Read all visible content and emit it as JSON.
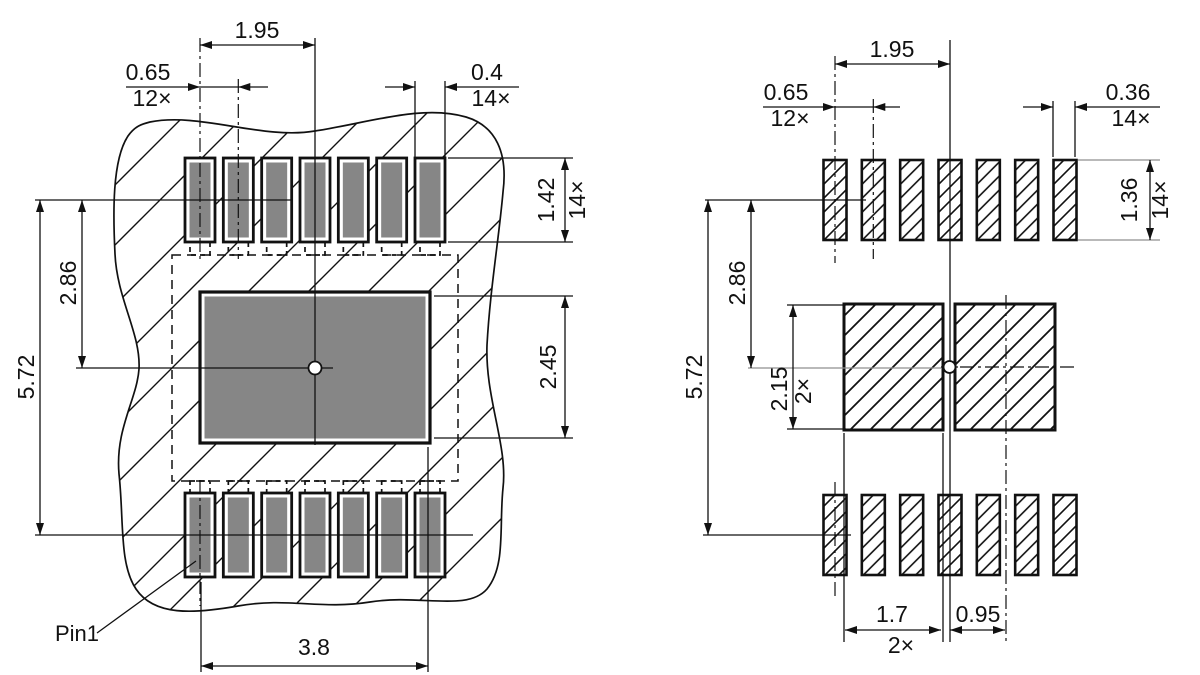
{
  "left_view": {
    "pin1_label": "Pin1",
    "dims": {
      "pad_span": {
        "value": "1.95"
      },
      "pad_pitch": {
        "value": "0.65",
        "count": "12×"
      },
      "pad_width": {
        "value": "0.4",
        "count": "14×"
      },
      "pad_height": {
        "value": "1.42",
        "count": "14×"
      },
      "center_to_row": {
        "value": "2.86"
      },
      "row_to_row": {
        "value": "5.72"
      },
      "thermal_pad_height": {
        "value": "2.45"
      },
      "thermal_pad_width": {
        "value": "3.8"
      }
    }
  },
  "right_view": {
    "dims": {
      "pad_span": {
        "value": "1.95"
      },
      "pad_pitch": {
        "value": "0.65",
        "count": "12×"
      },
      "aperture_width": {
        "value": "0.36",
        "count": "14×"
      },
      "aperture_height": {
        "value": "1.36",
        "count": "14×"
      },
      "center_to_row": {
        "value": "2.86"
      },
      "row_to_row": {
        "value": "5.72"
      },
      "thermal_aperture_height": {
        "value": "2.15",
        "count": "2×"
      },
      "thermal_aperture_width": {
        "value": "1.7",
        "count": "2×"
      },
      "thermal_center_offset": {
        "value": "0.95"
      }
    }
  },
  "colors": {
    "pad_fill": "#868686",
    "line": "#111111",
    "background": "#ffffff"
  }
}
